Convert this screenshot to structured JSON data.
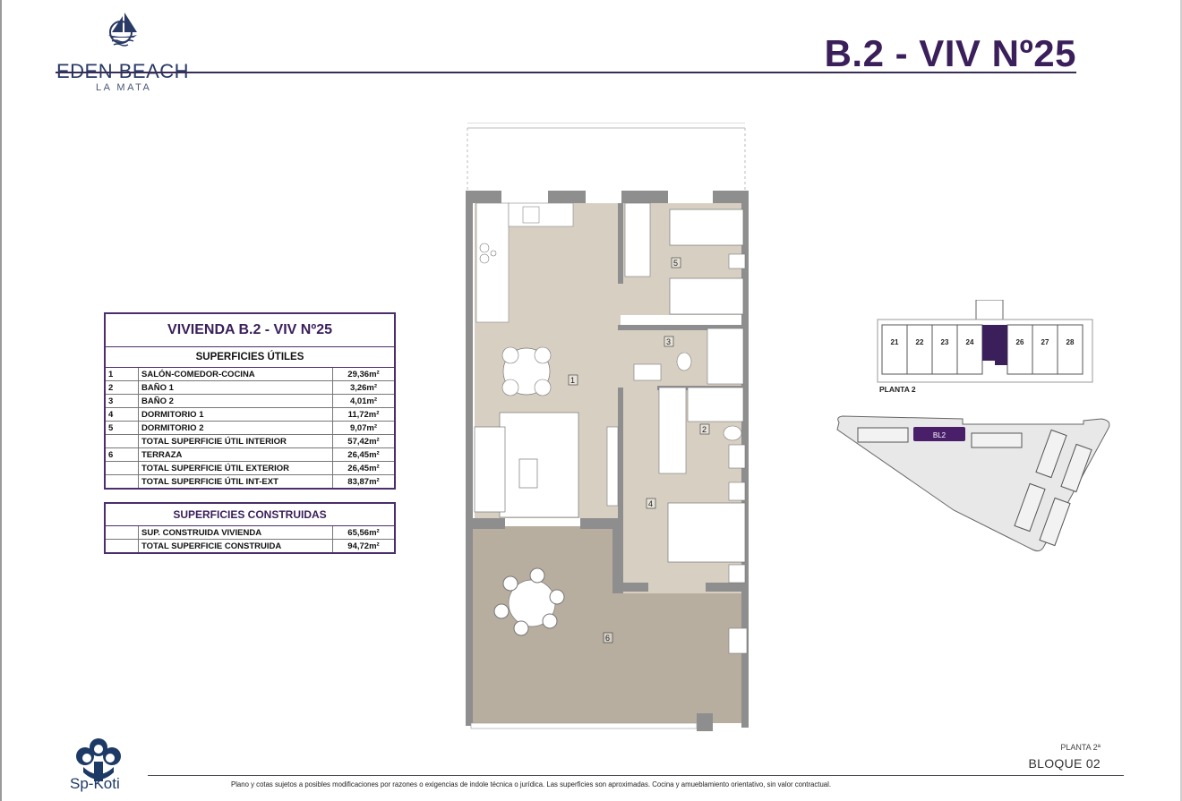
{
  "header": {
    "brand_title": "EDEN BEACH",
    "brand_subtitle": "LA MATA",
    "document_title": "B.2 - VIV Nº25"
  },
  "colors": {
    "accent_purple": "#3a1f5a",
    "brand_navy": "#2a3a66",
    "floor_interior": "#d7d0c2",
    "floor_terrace": "#b7ae9f",
    "wall": "#8e8e8e"
  },
  "useful_surfaces_table": {
    "title": "VIVIENDA B.2 - VIV Nº25",
    "section_heading": "SUPERFICIES ÚTILES",
    "rows": [
      {
        "num": "1",
        "label": "SALÓN-COMEDOR-COCINA",
        "value": "29,36m²"
      },
      {
        "num": "2",
        "label": "BAÑO 1",
        "value": "3,26m²"
      },
      {
        "num": "3",
        "label": "BAÑO 2",
        "value": "4,01m²"
      },
      {
        "num": "4",
        "label": "DORMITORIO 1",
        "value": "11,72m²"
      },
      {
        "num": "5",
        "label": "DORMITORIO 2",
        "value": "9,07m²"
      },
      {
        "num": "",
        "label": "TOTAL SUPERFICIE ÚTIL INTERIOR",
        "value": "57,42m²"
      },
      {
        "num": "6",
        "label": "TERRAZA",
        "value": "26,45m²"
      },
      {
        "num": "",
        "label": "TOTAL SUPERFICIE ÚTIL EXTERIOR",
        "value": "26,45m²"
      },
      {
        "num": "",
        "label": "TOTAL SUPERFICIE ÚTIL INT-EXT",
        "value": "83,87m²"
      }
    ]
  },
  "built_surfaces_table": {
    "section_heading": "SUPERFICIES CONSTRUIDAS",
    "rows": [
      {
        "num": "",
        "label": "SUP. CONSTRUIDA VIVIENDA",
        "value": "65,56m²"
      },
      {
        "num": "",
        "label": "TOTAL SUPERFICIE CONSTRUIDA",
        "value": "94,72m²"
      }
    ]
  },
  "floor_plan": {
    "room_labels": [
      "1",
      "2",
      "3",
      "4",
      "5",
      "6"
    ]
  },
  "key_plan": {
    "units": [
      "21",
      "22",
      "23",
      "24",
      "25",
      "26",
      "27",
      "28"
    ],
    "highlighted_unit": "25",
    "floor_label": "PLANTA 2"
  },
  "site_plan": {
    "highlighted_block": "BL2"
  },
  "footer": {
    "developer": "Sp-Koti",
    "disclaimer": "Plano y cotas sujetos a posibles modificaciones por razones o exigencias de indole técnica o jurídica. Las superficies son aproximadas. Cocina y amueblamiento orientativo, sin valor contractual.",
    "floor": "PLANTA 2ª",
    "block": "BLOQUE 02"
  }
}
